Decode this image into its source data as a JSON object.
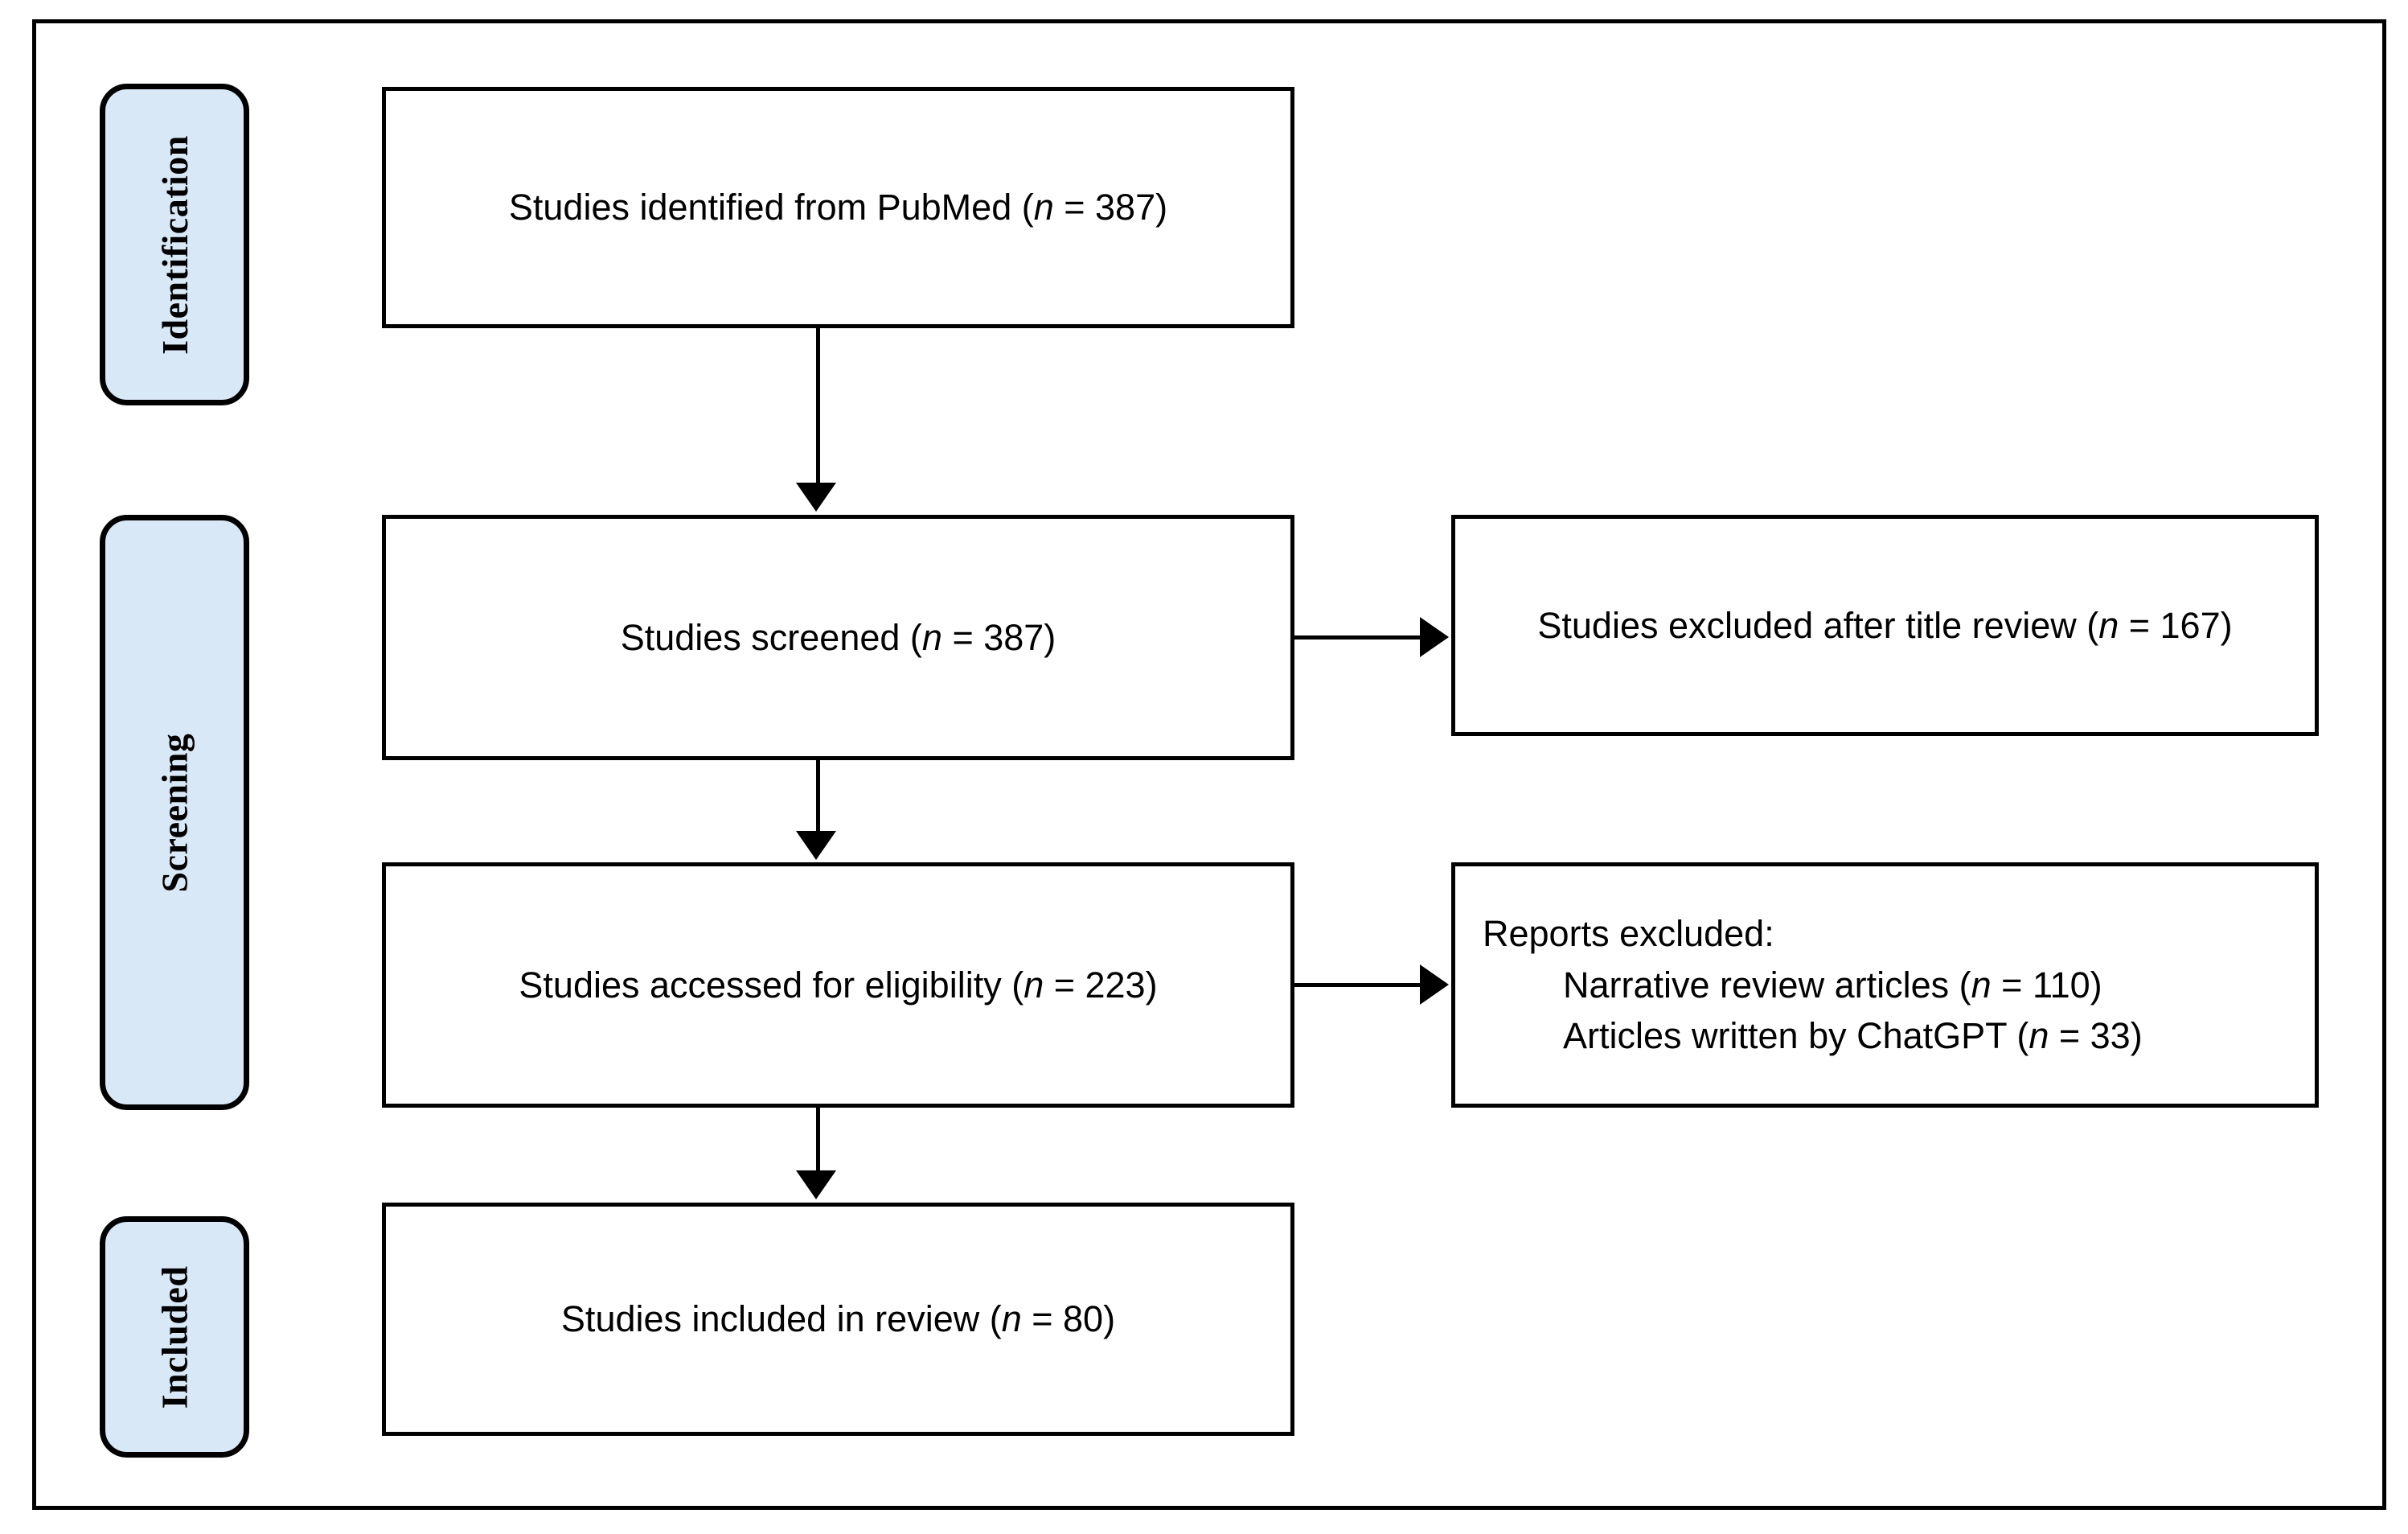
{
  "diagram": {
    "type": "prisma-flow-diagram",
    "accent_color": "#d9e8f7",
    "line_color": "#000000",
    "background_color": "#ffffff"
  },
  "stages": [
    {
      "key": "identification",
      "label": "Identification"
    },
    {
      "key": "screening",
      "label": "Screening"
    },
    {
      "key": "included",
      "label": "Included"
    }
  ],
  "boxes": {
    "identified": {
      "text_prefix": "Studies identified from PubMed (",
      "n_symbol": "n",
      "text_suffix": " = 387)",
      "count": 387
    },
    "screened": {
      "text_prefix": "Studies screened (",
      "n_symbol": "n",
      "text_suffix": " = 387)",
      "count": 387
    },
    "excluded_title": {
      "text_prefix": "Studies excluded after title review (",
      "n_symbol": "n",
      "text_suffix": " = 167)",
      "count": 167
    },
    "eligibility": {
      "text_prefix": "Studies accessed for eligibility (",
      "n_symbol": "n",
      "text_suffix": " = 223)",
      "count": 223
    },
    "reports_excluded": {
      "heading": "Reports excluded:",
      "item1_prefix": "Narrative review articles (",
      "item1_n": "n",
      "item1_suffix": " = 110)",
      "item1_count": 110,
      "item2_prefix": "Articles written by ChatGPT (",
      "item2_n": "n",
      "item2_suffix": " = 33)",
      "item2_count": 33
    },
    "included": {
      "text_prefix": "Studies included in review (",
      "n_symbol": "n",
      "text_suffix": " = 80)",
      "count": 80
    }
  }
}
